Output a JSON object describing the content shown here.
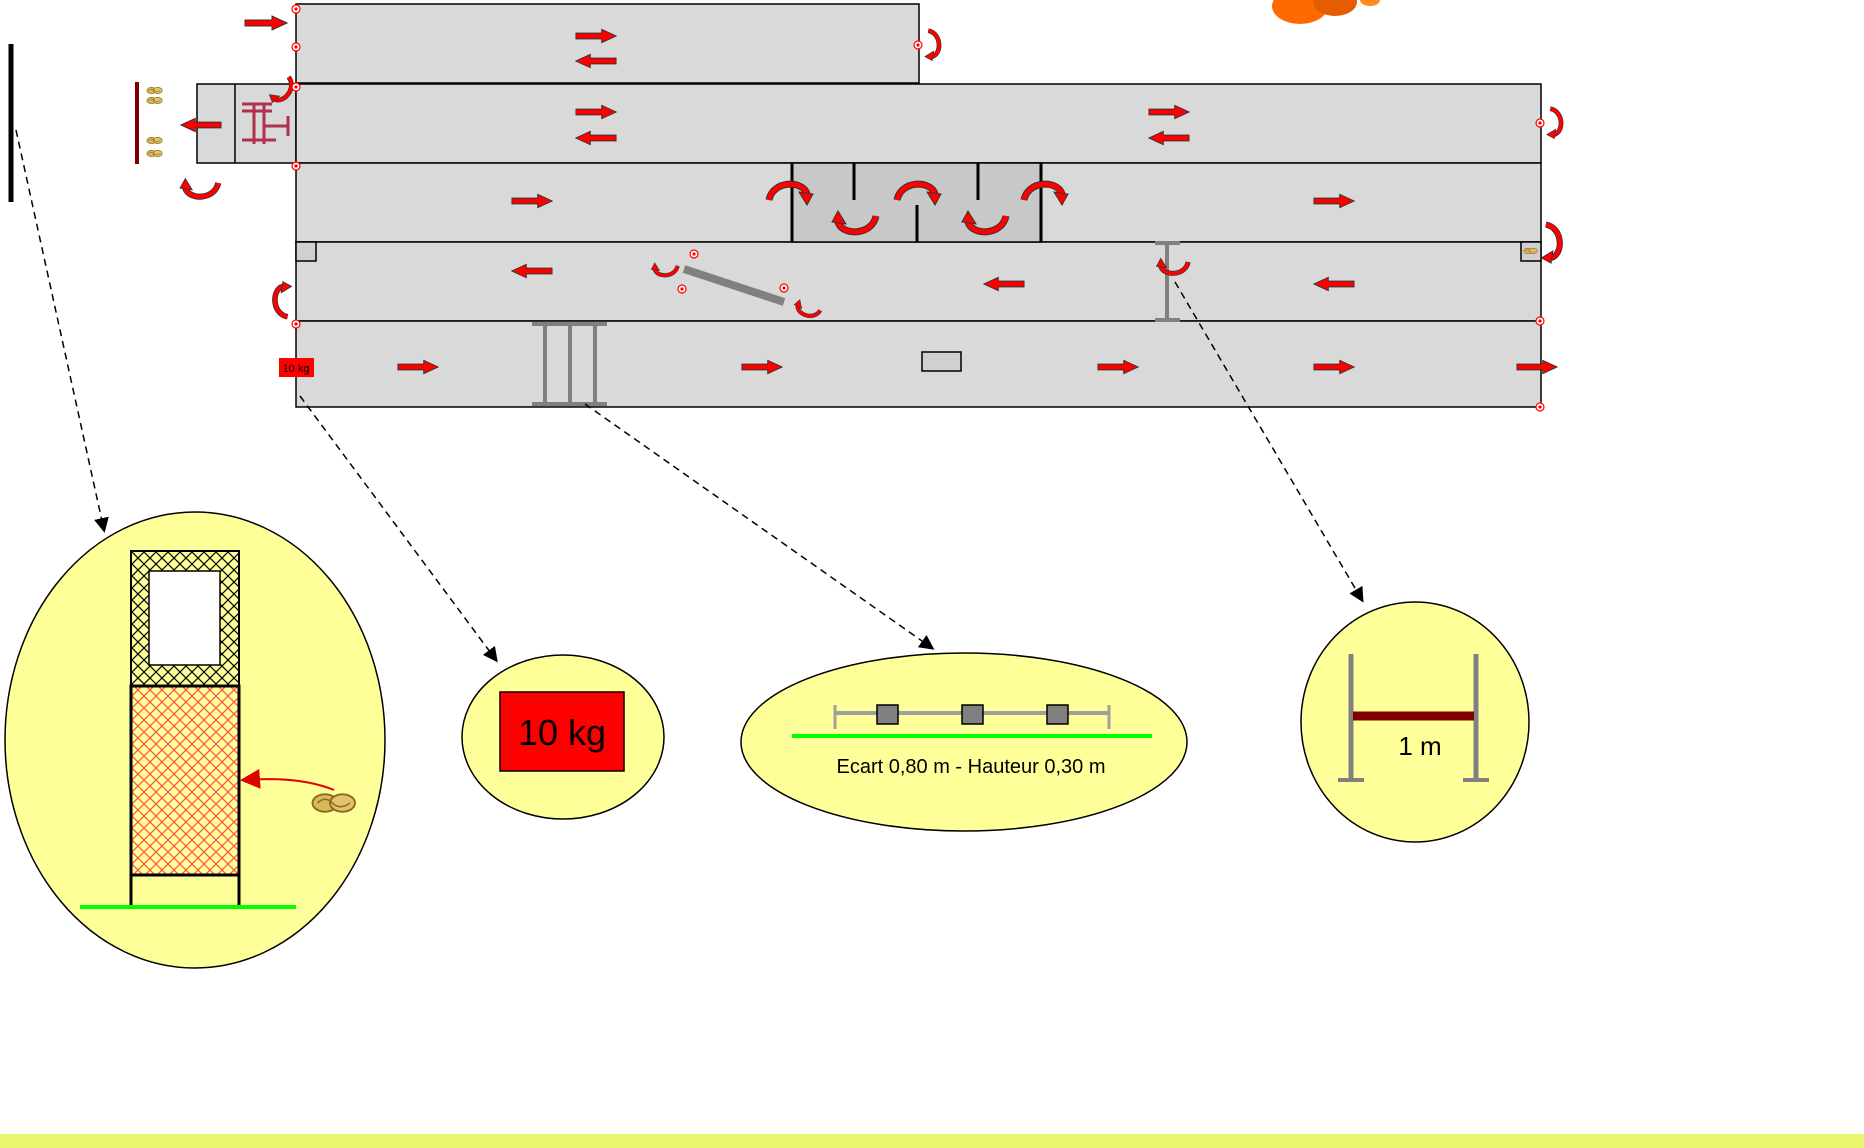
{
  "course": {
    "weight_marker_label": "10 kg"
  },
  "details": {
    "weight_label": "10 kg",
    "hurdles_caption": "Ecart 0,80 m - Hauteur 0,30 m",
    "high_bar_label": "1 m"
  },
  "colors": {
    "lane_fill": "#d9d9d9",
    "arrow_red": "#ff0000",
    "callout_fill": "#ffff99",
    "ground_green": "#00ff00",
    "bottom_band": "#e9f56a",
    "bar_maroon": "#800000",
    "post_gray": "#808080"
  }
}
